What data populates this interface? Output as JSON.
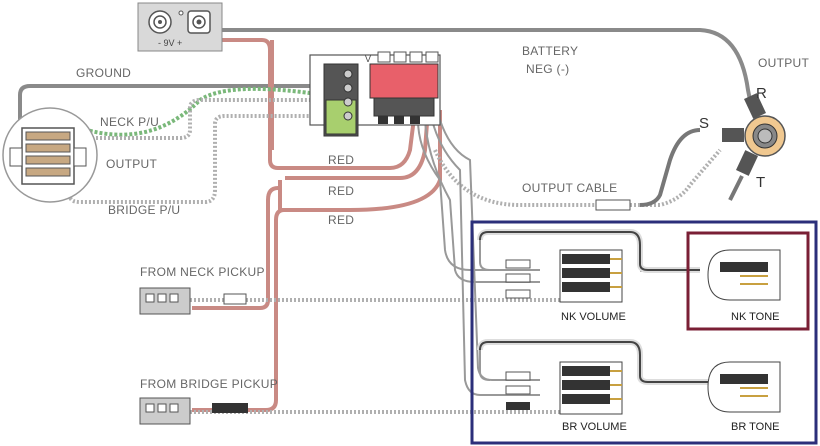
{
  "labels": {
    "ground": "GROUND",
    "neck_pu": "NECK P/U",
    "output_left": "OUTPUT",
    "bridge_pu": "BRIDGE P/U",
    "red_1": "RED",
    "red_2": "RED",
    "red_3": "RED",
    "battery_line1": "BATTERY",
    "battery_line2": "NEG (-)",
    "output_jack": "OUTPUT",
    "jack_r": "R",
    "jack_s": "S",
    "jack_t": "T",
    "output_cable": "OUTPUT CABLE",
    "from_neck": "FROM NECK PICKUP",
    "from_bridge": "FROM BRIDGE PICKUP",
    "nk_volume": "NK VOLUME",
    "nk_tone": "NK TONE",
    "br_volume": "BR VOLUME",
    "br_tone": "BR TONE",
    "battery_voltage": "- 9V +",
    "preamp_mark": "V"
  },
  "colors": {
    "ground_wire": "#8a8a8a",
    "red_wire": "#c98a84",
    "green_wire": "#7ab87a",
    "battery_box": "#d9d9d9",
    "preamp_red": "#e8606a",
    "green_terminal": "#a8cf6e",
    "volume_frame": "#2b2f7a",
    "tone_frame": "#7a1f35"
  }
}
